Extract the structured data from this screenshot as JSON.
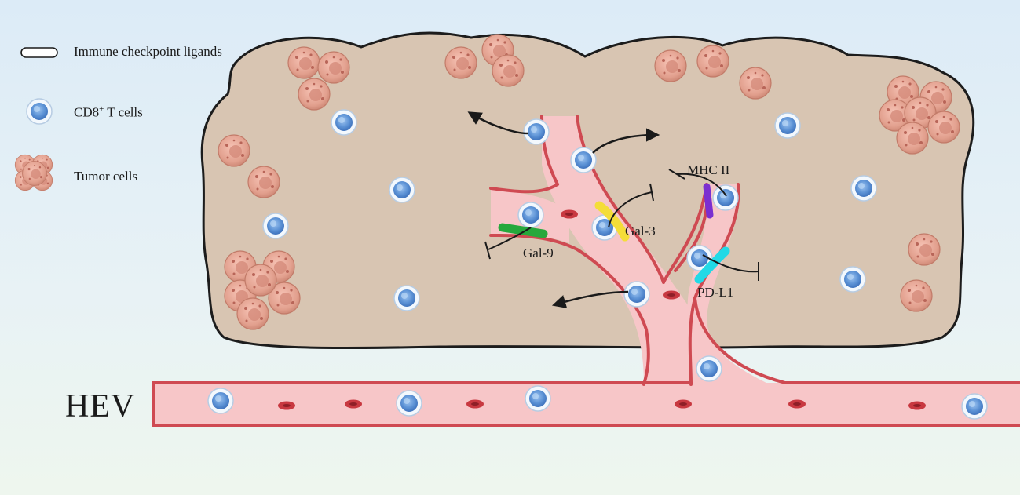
{
  "legend": {
    "ligands_label": "Immune checkpoint ligands",
    "tcell_label_main": "CD8",
    "tcell_label_sup": "+",
    "tcell_label_rest": " T cells",
    "tumor_label": "Tumor cells"
  },
  "labels": {
    "mhc2": "MHC II",
    "gal3": "Gal-3",
    "gal9": "Gal-9",
    "pdl1": "PD-L1",
    "hev": "HEV"
  },
  "colors": {
    "tissue": "#d8c5b2",
    "vessel_fill": "#f7c6c8",
    "vessel_wall": "#cf4a52",
    "rbc": "#c83840",
    "tcell": "#5d93d6",
    "gal9": "#27a83c",
    "gal3": "#f4dd38",
    "mhc2": "#7b2fd0",
    "pdl1": "#22d9e6"
  },
  "icons": {
    "ligand_icon": "capsule-outline-icon",
    "tcell_icon": "lymphocyte-icon",
    "tumor_icon": "tumor-cluster-icon"
  }
}
